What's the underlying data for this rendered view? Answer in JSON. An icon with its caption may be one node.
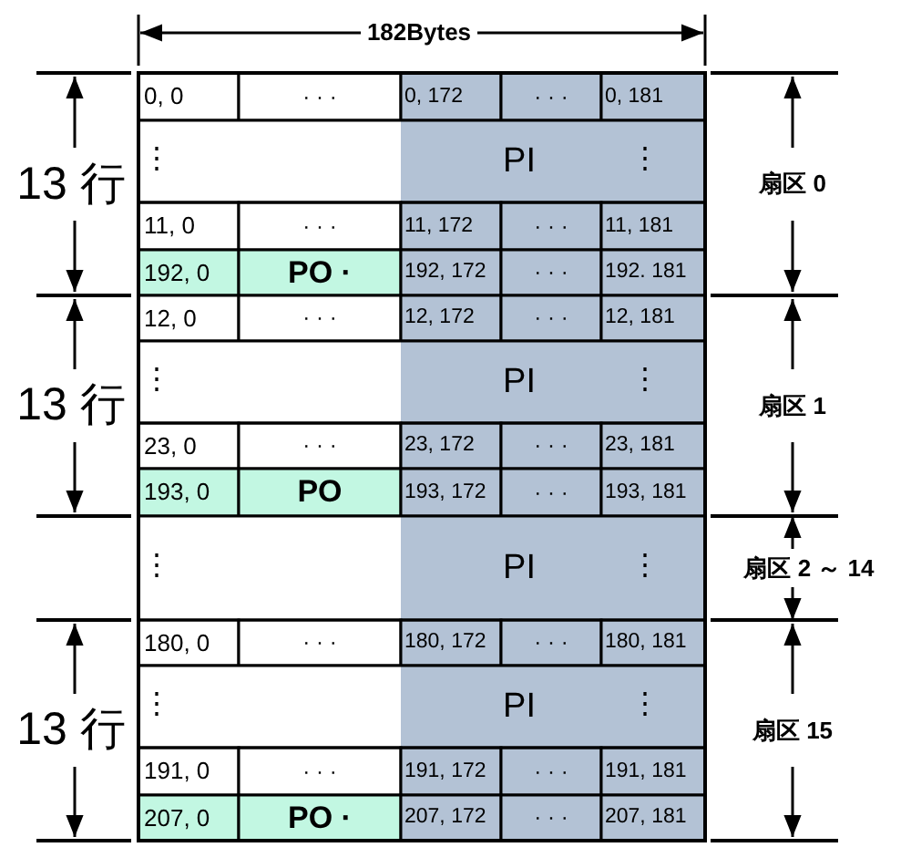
{
  "diagram": {
    "labels": [
      "182Bytes",
      "0, 0",
      "· · ·",
      "0, 172",
      "· · ·",
      "0, 181",
      "⋮",
      "PI",
      "⋮",
      "11, 0",
      "· · ·",
      "11, 172",
      "· · ·",
      "11, 181",
      "192, 0",
      "PO ·",
      "192, 172",
      "· · ·",
      "192. 181",
      "13 行",
      "扇区 0",
      "12, 0",
      "· · ·",
      "12, 172",
      "· · ·",
      "12, 181",
      "⋮",
      "PI",
      "⋮",
      "23, 0",
      "· · ·",
      "23, 172",
      "· · ·",
      "23, 181",
      "193, 0",
      "PO",
      "193, 172",
      "· · ·",
      "193, 181",
      "13 行",
      "扇区 1",
      "⋮",
      "PI",
      "⋮",
      "扇区 2 ～ 14",
      "180, 0",
      "· · ·",
      "180, 172",
      "· · ·",
      "180, 181",
      "⋮",
      "PI",
      "⋮",
      "191, 0",
      "· · ·",
      "191, 172",
      "· · ·",
      "191, 181",
      "207, 0",
      "PO ·",
      "207, 172",
      "· · ·",
      "207, 181",
      "13 行",
      "扇区 15"
    ]
  }
}
